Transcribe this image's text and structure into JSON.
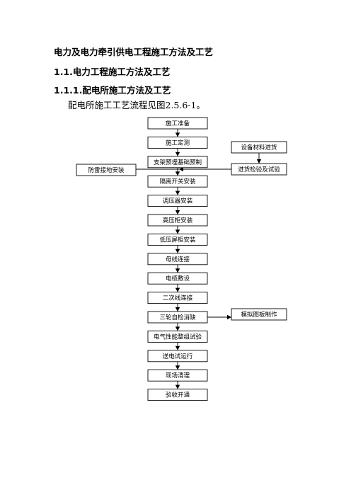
{
  "document": {
    "headings": [
      "电力及电力牵引供电工程施工方法及工艺",
      "1.1.电力工程施工方法及工艺",
      "1.1.1.配电所施工方法及工艺"
    ],
    "paragraph": "配电所施工工艺流程见图2.5.6-1。"
  },
  "flowchart": {
    "steps": [
      "施工准备",
      "施工定测",
      "支架预埋基础预制",
      "隔离开关安装",
      "调压器安装",
      "高压柜安装",
      "低压屏柜安装",
      "母线连接",
      "电缆敷设",
      "二次线连接",
      "三轮自检消缺",
      "电气性能整组试验",
      "送电试运行",
      "现场清理",
      "验收开通"
    ],
    "left_branch": "防雷接地安装",
    "right_top": "设备材料进货",
    "right_inspection": "进货检验及试验",
    "right_side": "模拟图板制作"
  }
}
